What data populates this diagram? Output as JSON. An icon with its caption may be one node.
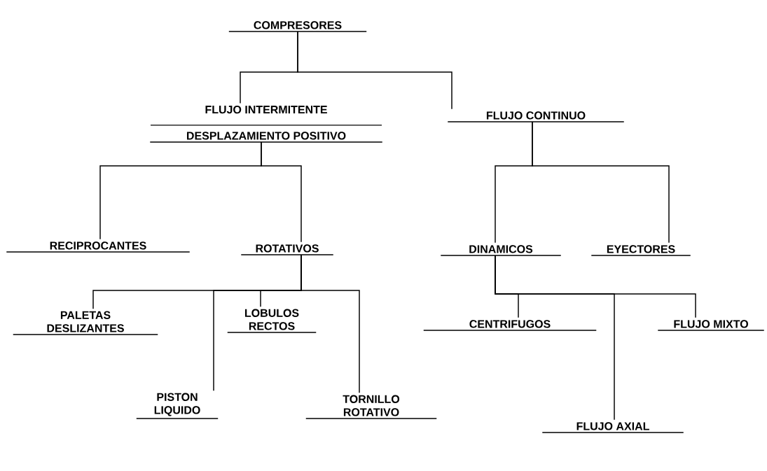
{
  "diagram": {
    "nodes": [
      {
        "text": [
          "COMPRESORES"
        ]
      },
      {
        "text": [
          "FLUJO INTERMITENTE",
          "DESPLAZAMIENTO POSITIVO"
        ]
      },
      {
        "text": [
          "FLUJO CONTINUO"
        ]
      },
      {
        "text": [
          "RECIPROCANTES"
        ]
      },
      {
        "text": [
          "ROTATIVOS"
        ]
      },
      {
        "text": [
          "DINAMICOS"
        ]
      },
      {
        "text": [
          "EYECTORES"
        ]
      },
      {
        "text": [
          "PALETAS DESLIZANTES"
        ]
      },
      {
        "text": [
          "PISTON LIQUIDO"
        ]
      },
      {
        "text": [
          "LOBULOS RECTOS"
        ]
      },
      {
        "text": [
          "TORNILLO ROTATIVO"
        ]
      },
      {
        "text": [
          "CENTRIFUGOS"
        ]
      },
      {
        "text": [
          "FLUJO AXIAL"
        ]
      },
      {
        "text": [
          "FLUJO MIXTO"
        ]
      }
    ],
    "edges": [
      {
        "from": 0,
        "to": 1,
        "arrow": "none"
      },
      {
        "from": 0,
        "to": 2,
        "arrow": "none"
      },
      {
        "from": 1,
        "to": 3,
        "arrow": "none"
      },
      {
        "from": 1,
        "to": 4,
        "arrow": "none"
      },
      {
        "from": 2,
        "to": 5,
        "arrow": "none"
      },
      {
        "from": 2,
        "to": 6,
        "arrow": "none"
      },
      {
        "from": 4,
        "to": 7,
        "arrow": "none"
      },
      {
        "from": 4,
        "to": 8,
        "arrow": "none"
      },
      {
        "from": 4,
        "to": 9,
        "arrow": "none"
      },
      {
        "from": 4,
        "to": 10,
        "arrow": "none"
      },
      {
        "from": 5,
        "to": 11,
        "arrow": "none"
      },
      {
        "from": 5,
        "to": 12,
        "arrow": "none"
      },
      {
        "from": 5,
        "to": 13,
        "arrow": "none"
      }
    ]
  }
}
